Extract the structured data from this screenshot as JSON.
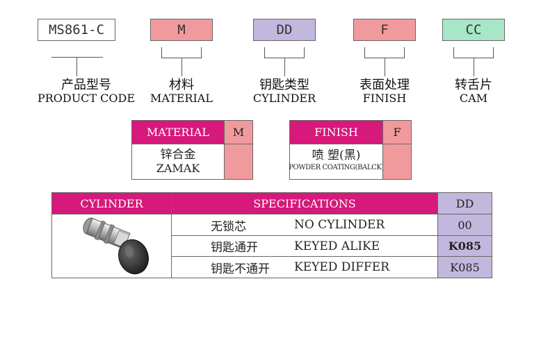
{
  "code_boxes": [
    {
      "text": "MS861-C",
      "color": "#ffffff"
    },
    {
      "text": "M",
      "color": "#f19a9e"
    },
    {
      "text": "DD",
      "color": "#c2b7dd"
    },
    {
      "text": "F",
      "color": "#f19a9e"
    },
    {
      "text": "CC",
      "color": "#a8e6c8"
    }
  ],
  "labels": [
    {
      "cn": "产品型号",
      "en": "PRODUCT CODE"
    },
    {
      "cn": "材料",
      "en": "MATERIAL"
    },
    {
      "cn": "钥匙类型",
      "en": "CYLINDER"
    },
    {
      "cn": "表面处理",
      "en": "FINISH"
    },
    {
      "cn": "转舌片",
      "en": "CAM"
    }
  ],
  "material_table": {
    "header": "MATERIAL",
    "code_header": "M",
    "value_cn": "锌合金",
    "value_en": "ZAMAK"
  },
  "finish_table": {
    "header": "FINISH",
    "code_header": "F",
    "value_cn": "喷  塑(黑)",
    "value_en": "POWDER COATING(BALCK)"
  },
  "cylinder_table": {
    "col_cylinder": "CYLINDER",
    "col_specs": "SPECIFICATIONS",
    "col_code": "DD",
    "rows": [
      {
        "cn": "无锁芯",
        "en": "NO CYLINDER",
        "code": "00"
      },
      {
        "cn": "钥匙通开",
        "en": "KEYED ALIKE",
        "code": "K085"
      },
      {
        "cn": "钥匙不通开",
        "en": "KEYED DIFFER",
        "code": "K085"
      }
    ]
  },
  "colors": {
    "magenta": "#d6197a",
    "pink": "#f19a9e",
    "lavender": "#c2b7dd",
    "mint": "#a8e6c8"
  }
}
